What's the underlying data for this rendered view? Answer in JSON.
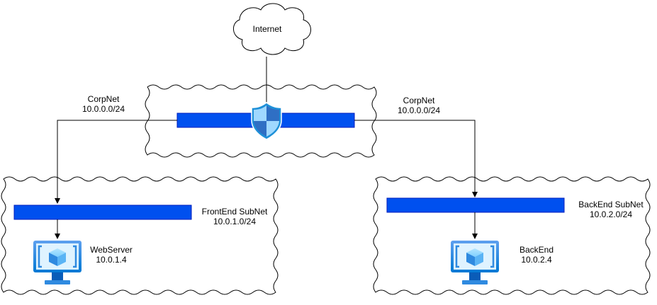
{
  "internet": {
    "label": "Internet"
  },
  "corpnet_left": {
    "name": "CorpNet",
    "cidr": "10.0.0.0/24"
  },
  "corpnet_right": {
    "name": "CorpNet",
    "cidr": "10.0.0.0/24"
  },
  "frontend": {
    "name": "FrontEnd SubNet",
    "cidr": "10.0.1.0/24"
  },
  "backend_subnet": {
    "name": "BackEnd SubNet",
    "cidr": "10.0.2.0/24"
  },
  "webserver": {
    "name": "WebServer",
    "ip": "10.0.1.4"
  },
  "backend_vm": {
    "name": "BackEnd",
    "ip": "10.0.2.4"
  },
  "icons": {
    "cloud": "cloud-icon",
    "firewall": "shield-icon",
    "vm": "virtual-machine-icon"
  },
  "colors": {
    "subnet_bar": "#0050ef",
    "vm_blue": "#0078d4",
    "shield_blue": "#1e90d8",
    "line": "#000000"
  }
}
